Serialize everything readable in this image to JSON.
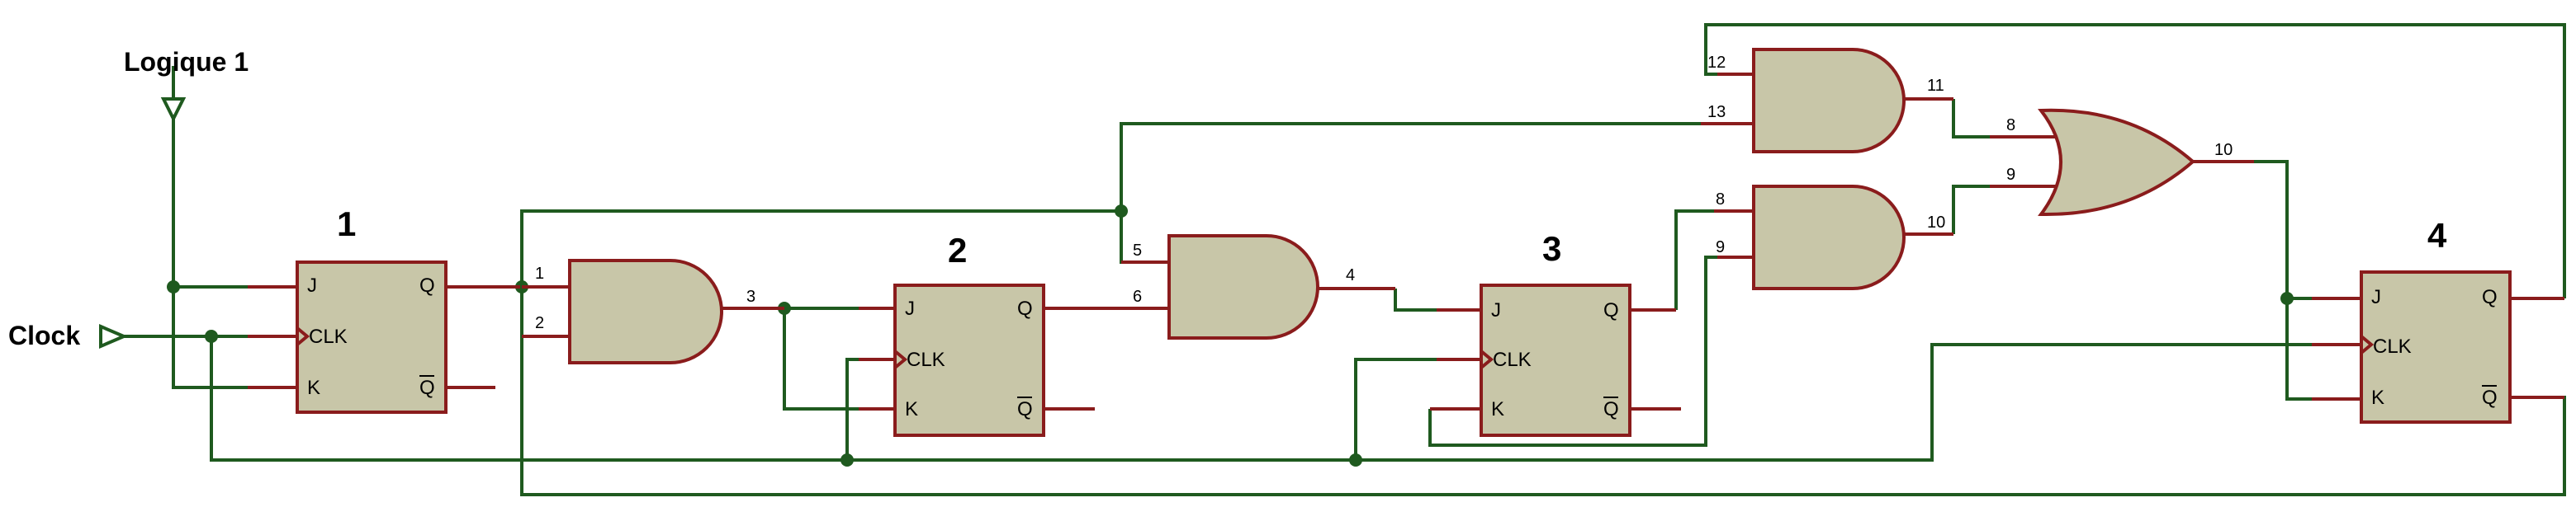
{
  "inputs": {
    "logic_label": "Logique 1",
    "clock_label": "Clock"
  },
  "flipflops": [
    {
      "number": "1",
      "j": "J",
      "clk": "CLK",
      "k": "K",
      "q": "Q",
      "qbar": "Q"
    },
    {
      "number": "2",
      "j": "J",
      "clk": "CLK",
      "k": "K",
      "q": "Q",
      "qbar": "Q"
    },
    {
      "number": "3",
      "j": "J",
      "clk": "CLK",
      "k": "K",
      "q": "Q",
      "qbar": "Q"
    },
    {
      "number": "4",
      "j": "J",
      "clk": "CLK",
      "k": "K",
      "q": "Q",
      "qbar": "Q"
    }
  ],
  "pins": {
    "and1_in1": "1",
    "and1_in2": "2",
    "and1_out": "3",
    "and2_in1": "5",
    "and2_in2": "6",
    "and2_out": "4",
    "and3_in1": "12",
    "and3_in2": "13",
    "and3_out": "11",
    "and4_in1": "8",
    "and4_in2": "9",
    "and4_out": "10",
    "or_in1": "8",
    "or_in2": "9",
    "or_out": "10"
  },
  "colors": {
    "wire": "#1f5a1f",
    "lead": "#8a1c1c",
    "component": "#c8c6a8"
  }
}
